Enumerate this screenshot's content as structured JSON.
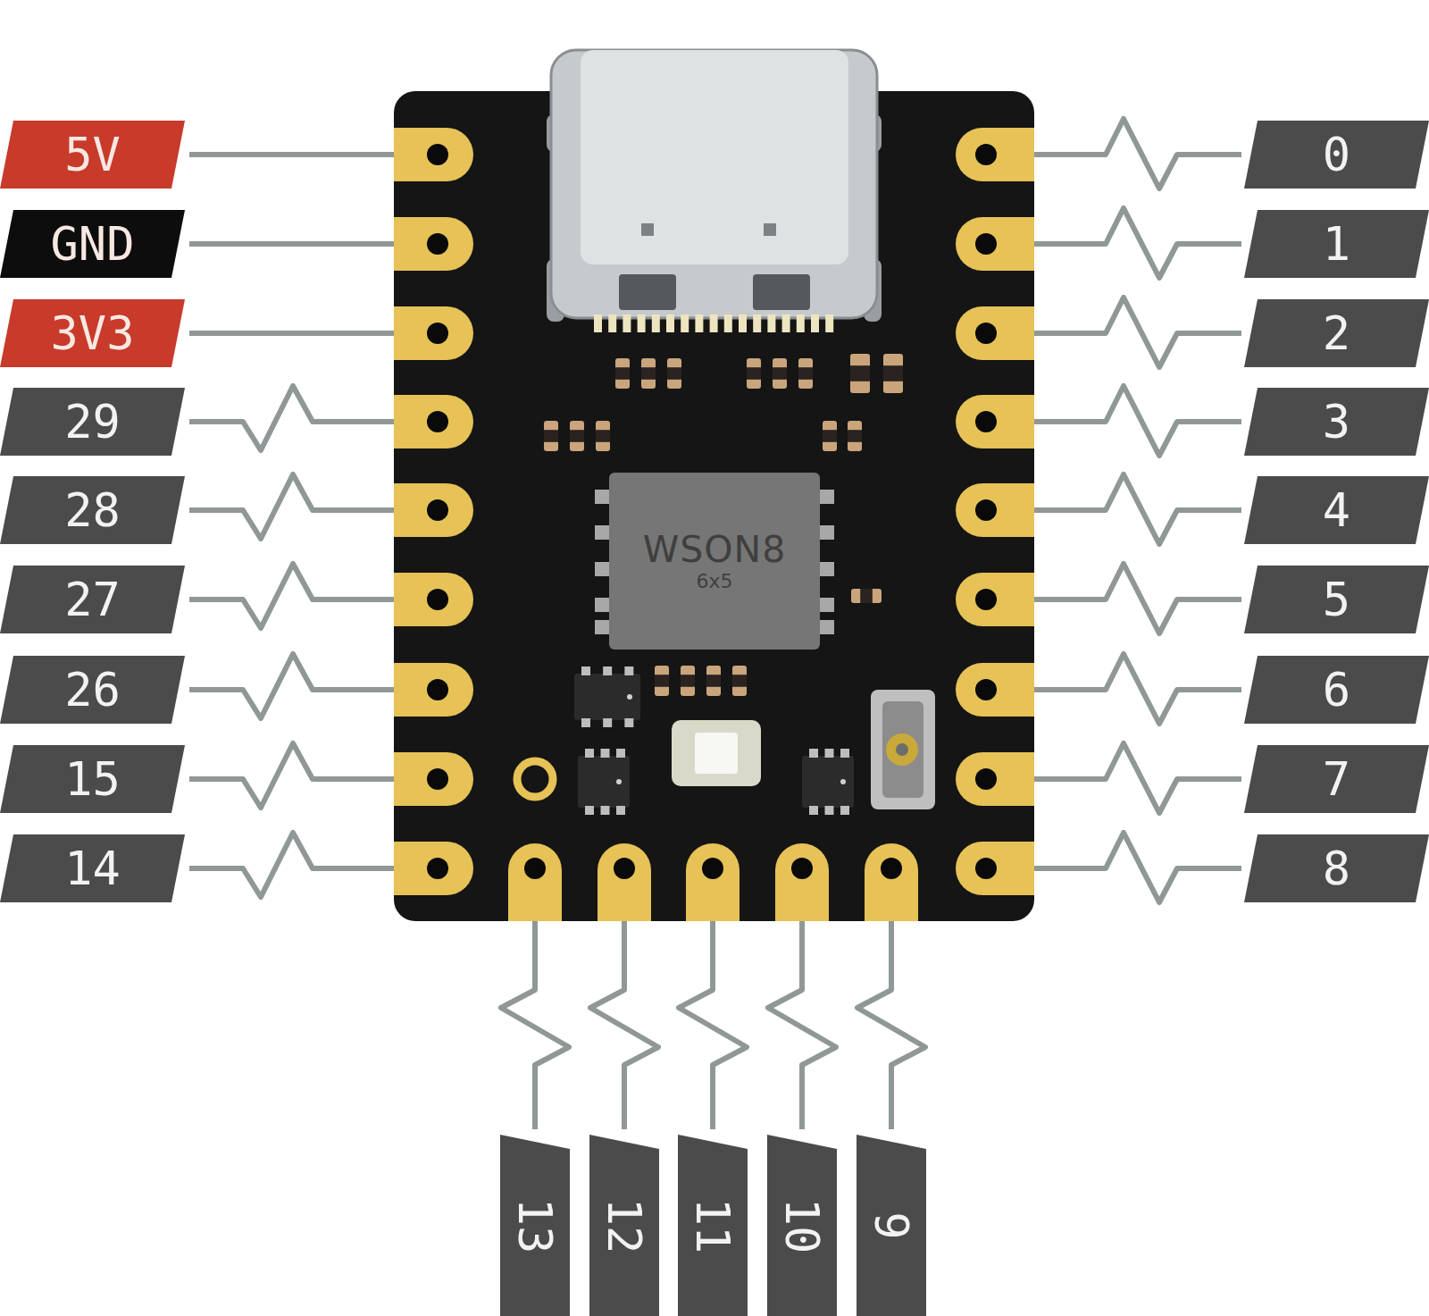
{
  "diagram": {
    "nodes": [
      {
        "text": [
          "5V"
        ]
      },
      {
        "text": [
          "GND"
        ]
      },
      {
        "text": [
          "3V3"
        ]
      },
      {
        "text": [
          "29"
        ]
      },
      {
        "text": [
          "28"
        ]
      },
      {
        "text": [
          "27"
        ]
      },
      {
        "text": [
          "26"
        ]
      },
      {
        "text": [
          "15"
        ]
      },
      {
        "text": [
          "14"
        ]
      },
      {
        "text": [
          "0"
        ]
      },
      {
        "text": [
          "1"
        ]
      },
      {
        "text": [
          "2"
        ]
      },
      {
        "text": [
          "3"
        ]
      },
      {
        "text": [
          "4"
        ]
      },
      {
        "text": [
          "5"
        ]
      },
      {
        "text": [
          "6"
        ]
      },
      {
        "text": [
          "7"
        ]
      },
      {
        "text": [
          "8"
        ]
      },
      {
        "text": [
          "WSON8",
          "6x5"
        ]
      },
      {
        "text": [
          "13"
        ]
      },
      {
        "text": [
          "12"
        ]
      },
      {
        "text": [
          "11"
        ]
      },
      {
        "text": [
          "10"
        ]
      },
      {
        "text": [
          "9"
        ]
      }
    ]
  }
}
